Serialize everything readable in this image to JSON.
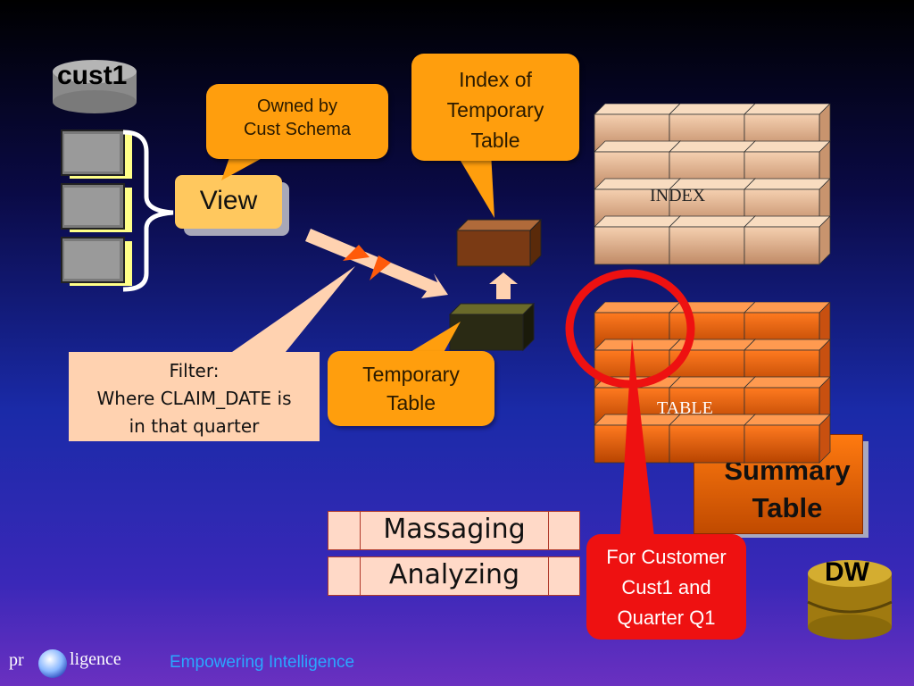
{
  "cust1_label": "cust1",
  "owned_callout": [
    "Owned by",
    "Cust Schema"
  ],
  "view_label": "View",
  "index_callout": [
    "Index of",
    "Temporary",
    "Table"
  ],
  "index_label": "INDEX",
  "table_label": "TABLE",
  "filter_box": [
    "Filter:",
    "Where CLAIM_DATE is",
    "in that quarter"
  ],
  "temp_callout": [
    "Temporary",
    "Table"
  ],
  "summary_label": [
    "Summary",
    "Table"
  ],
  "massaging_label": "Massaging",
  "analyzing_label": "Analyzing",
  "customer_callout": [
    "For Customer",
    "Cust1 and",
    "Quarter Q1"
  ],
  "dw_label": "DW",
  "logo_left": "pr",
  "logo_right": "ligence",
  "tagline": "Empowering Intelligence",
  "colors": {
    "callout": "#ff9e0d",
    "red": "#ee1111",
    "tagline": "#2aa8ff"
  }
}
